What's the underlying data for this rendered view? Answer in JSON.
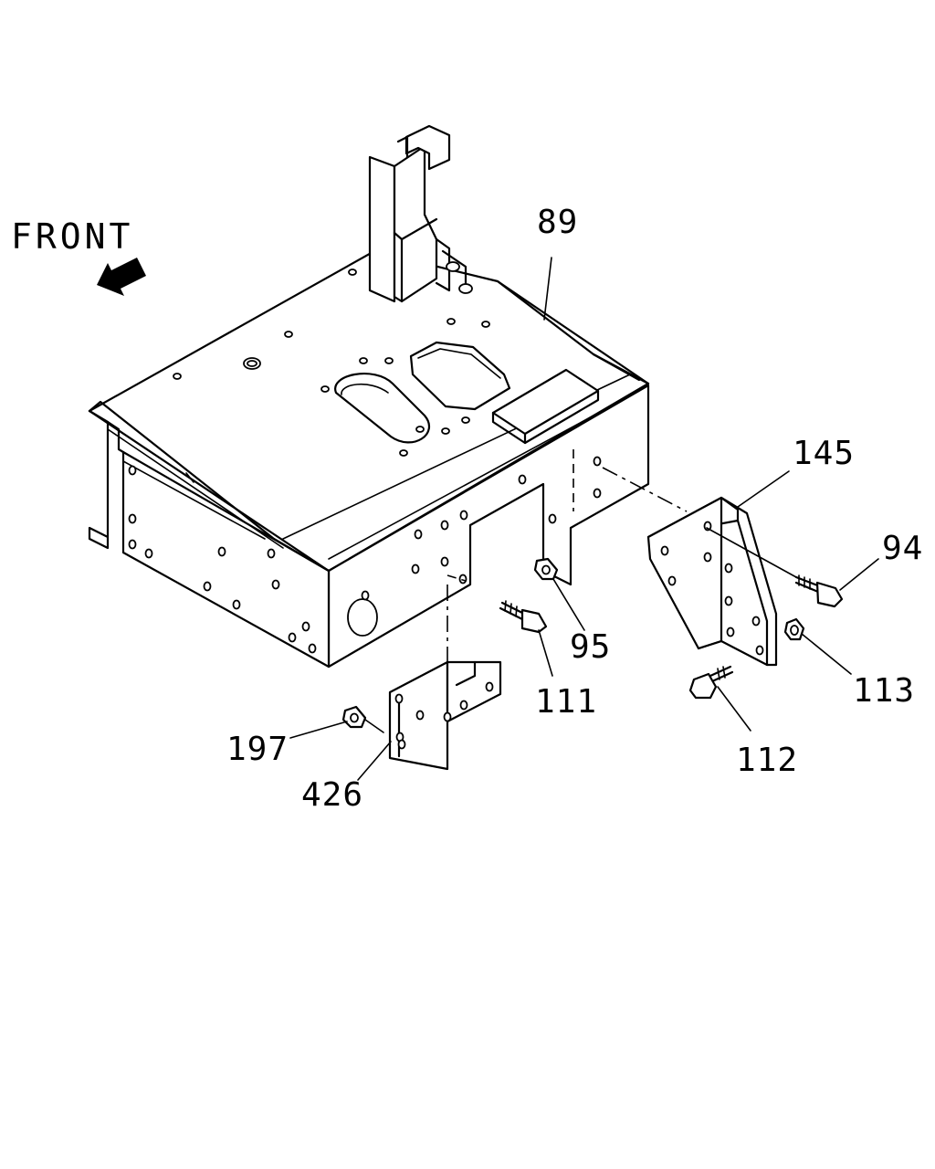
{
  "direction_label": "FRONT",
  "callouts": [
    "89",
    "145",
    "94",
    "95",
    "111",
    "113",
    "112",
    "197",
    "426"
  ],
  "icons": {
    "direction_arrow": "front-arrow-icon"
  }
}
